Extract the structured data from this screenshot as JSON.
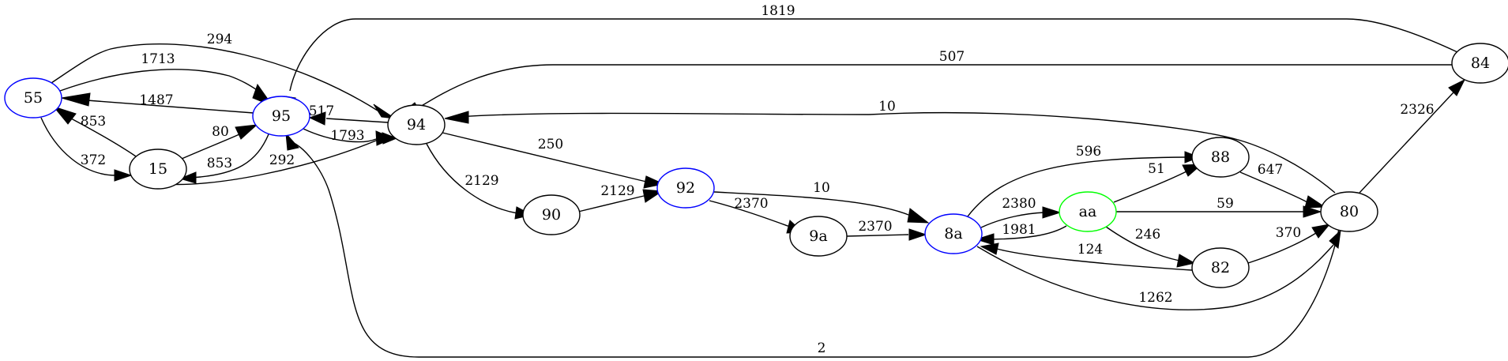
{
  "colors": {
    "default": "#000000",
    "blue": "#0000ff",
    "green": "#00ff00"
  },
  "nodes": [
    {
      "id": "55",
      "label": "55",
      "color": "blue"
    },
    {
      "id": "95",
      "label": "95",
      "color": "blue"
    },
    {
      "id": "15",
      "label": "15",
      "color": "default"
    },
    {
      "id": "94",
      "label": "94",
      "color": "default"
    },
    {
      "id": "92",
      "label": "92",
      "color": "blue"
    },
    {
      "id": "90",
      "label": "90",
      "color": "default"
    },
    {
      "id": "9a",
      "label": "9a",
      "color": "default"
    },
    {
      "id": "8a",
      "label": "8a",
      "color": "blue"
    },
    {
      "id": "aa",
      "label": "aa",
      "color": "green"
    },
    {
      "id": "88",
      "label": "88",
      "color": "default"
    },
    {
      "id": "82",
      "label": "82",
      "color": "default"
    },
    {
      "id": "80",
      "label": "80",
      "color": "default"
    },
    {
      "id": "84",
      "label": "84",
      "color": "default"
    }
  ],
  "edges": [
    {
      "id": "e84-95",
      "from": "84",
      "to": "95",
      "label": "1819"
    },
    {
      "id": "e55-94",
      "from": "55",
      "to": "94",
      "label": "294"
    },
    {
      "id": "e55-95",
      "from": "55",
      "to": "95",
      "label": "1713"
    },
    {
      "id": "e84-94",
      "from": "84",
      "to": "94",
      "label": "507"
    },
    {
      "id": "e95-55",
      "from": "95",
      "to": "55",
      "label": "1487"
    },
    {
      "id": "e80-94",
      "from": "80",
      "to": "94",
      "label": "10"
    },
    {
      "id": "e94-95",
      "from": "94",
      "to": "95",
      "label": "517"
    },
    {
      "id": "e15-55",
      "from": "15",
      "to": "55",
      "label": "853"
    },
    {
      "id": "e15-95",
      "from": "15",
      "to": "95",
      "label": "80"
    },
    {
      "id": "e95-94",
      "from": "95",
      "to": "94",
      "label": "1793"
    },
    {
      "id": "e55-15",
      "from": "55",
      "to": "15",
      "label": "372"
    },
    {
      "id": "e95-15",
      "from": "95",
      "to": "15",
      "label": "853"
    },
    {
      "id": "e15-94",
      "from": "15",
      "to": "94",
      "label": "292"
    },
    {
      "id": "e94-92",
      "from": "94",
      "to": "92",
      "label": "250"
    },
    {
      "id": "e94-90",
      "from": "94",
      "to": "90",
      "label": "2129"
    },
    {
      "id": "e90-92",
      "from": "90",
      "to": "92",
      "label": "2129"
    },
    {
      "id": "e92-8a",
      "from": "92",
      "to": "8a",
      "label": "10"
    },
    {
      "id": "e92-9a",
      "from": "92",
      "to": "9a",
      "label": "2370"
    },
    {
      "id": "e9a-8a",
      "from": "9a",
      "to": "8a",
      "label": "2370"
    },
    {
      "id": "e8a-88",
      "from": "8a",
      "to": "88",
      "label": "596"
    },
    {
      "id": "e8a-aa",
      "from": "8a",
      "to": "aa",
      "label": "2380"
    },
    {
      "id": "eaa-8a",
      "from": "aa",
      "to": "8a",
      "label": "1981"
    },
    {
      "id": "eaa-88",
      "from": "aa",
      "to": "88",
      "label": "51"
    },
    {
      "id": "eaa-80",
      "from": "aa",
      "to": "80",
      "label": "59"
    },
    {
      "id": "eaa-82",
      "from": "aa",
      "to": "82",
      "label": "246"
    },
    {
      "id": "e82-8a",
      "from": "82",
      "to": "8a",
      "label": "124"
    },
    {
      "id": "e88-80",
      "from": "88",
      "to": "80",
      "label": "647"
    },
    {
      "id": "e82-80",
      "from": "82",
      "to": "80",
      "label": "370"
    },
    {
      "id": "e8a-80",
      "from": "8a",
      "to": "80",
      "label": "1262"
    },
    {
      "id": "e80-84",
      "from": "80",
      "to": "84",
      "label": "2326"
    },
    {
      "id": "e80-95",
      "from": "80",
      "to": "95",
      "label": "2"
    }
  ]
}
